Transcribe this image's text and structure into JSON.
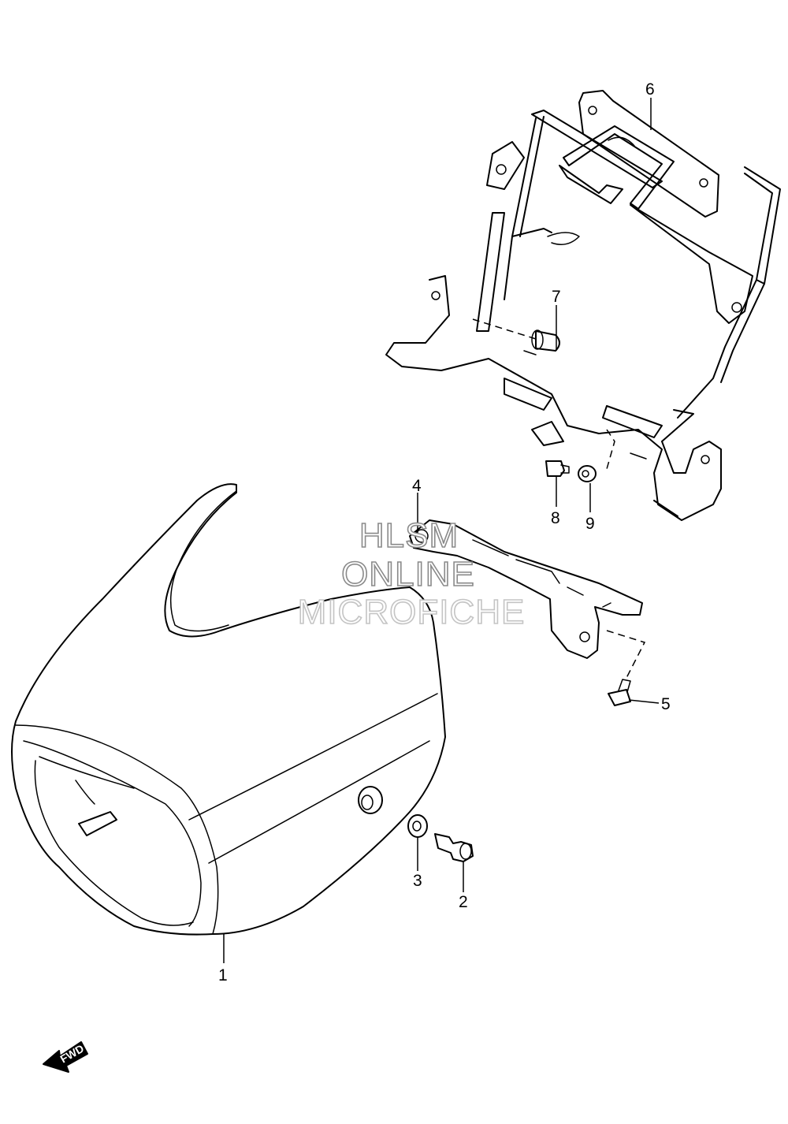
{
  "diagram": {
    "callouts": [
      {
        "id": "1",
        "label": "1"
      },
      {
        "id": "2",
        "label": "2"
      },
      {
        "id": "3",
        "label": "3"
      },
      {
        "id": "4",
        "label": "4"
      },
      {
        "id": "5",
        "label": "5"
      },
      {
        "id": "6",
        "label": "6"
      },
      {
        "id": "7",
        "label": "7"
      },
      {
        "id": "8",
        "label": "8"
      },
      {
        "id": "9",
        "label": "9"
      }
    ],
    "watermark": [
      "HLSM",
      "ONLINE",
      "MICROFICHE"
    ],
    "direction_arrow": {
      "label": "FWD",
      "icon": "fwd-arrow-icon"
    }
  }
}
